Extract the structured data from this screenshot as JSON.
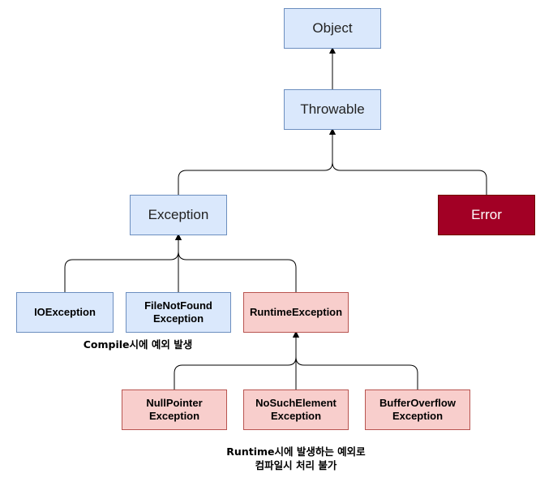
{
  "nodes": {
    "object": "Object",
    "throwable": "Throwable",
    "exception": "Exception",
    "error": "Error",
    "io_exception": "IOException",
    "file_not_found_line1": "FileNotFound",
    "file_not_found_line2": "Exception",
    "runtime_exception": "RuntimeException",
    "null_pointer_line1": "NullPointer",
    "null_pointer_line2": "Exception",
    "no_such_element_line1": "NoSuchElement",
    "no_such_element_line2": "Exception",
    "buffer_overflow_line1": "BufferOverflow",
    "buffer_overflow_line2": "Exception"
  },
  "notes": {
    "compile_note": "Compile시에 예외 발생",
    "runtime_note_line1": "Runtime시에 발생하는 예외로",
    "runtime_note_line2": "컴파일시 처리 불가"
  },
  "colors": {
    "blue_fill": "#dae8fc",
    "blue_stroke": "#6c8ebf",
    "pink_fill": "#f8cecc",
    "pink_stroke": "#b85450",
    "error_fill": "#a20025"
  }
}
